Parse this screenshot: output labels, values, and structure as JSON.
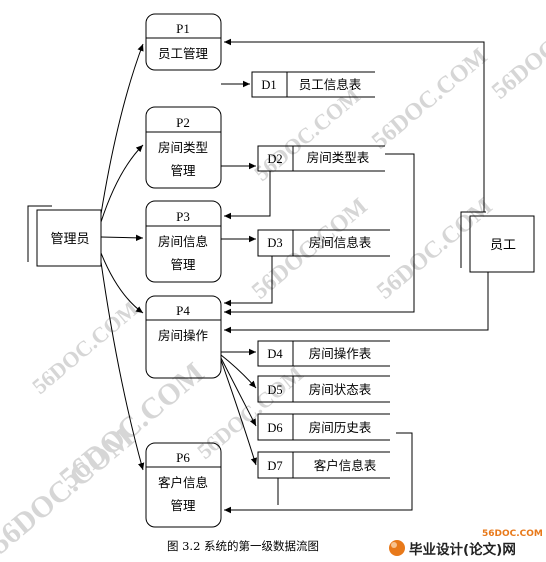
{
  "processes": [
    {
      "id": "P1",
      "label_lines": [
        "员工管理"
      ]
    },
    {
      "id": "P2",
      "label_lines": [
        "房间类型",
        "管理"
      ]
    },
    {
      "id": "P3",
      "label_lines": [
        "房间信息",
        "管理"
      ]
    },
    {
      "id": "P4",
      "label_lines": [
        "房间操作"
      ]
    },
    {
      "id": "P6",
      "label_lines": [
        "客户信息",
        "管理"
      ]
    }
  ],
  "stores": [
    {
      "id": "D1",
      "label": "员工信息表"
    },
    {
      "id": "D2",
      "label": "房间类型表"
    },
    {
      "id": "D3",
      "label": "房间信息表"
    },
    {
      "id": "D4",
      "label": "房间操作表"
    },
    {
      "id": "D5",
      "label": "房间状态表"
    },
    {
      "id": "D6",
      "label": "房间历史表"
    },
    {
      "id": "D7",
      "label": "客户信息表"
    }
  ],
  "entities": {
    "admin": "管理员",
    "employee": "员工"
  },
  "caption": "图 3.2 系统的第一级数据流图",
  "watermark": "56DOC.COM",
  "logo": {
    "url_text": "56DOC.COM",
    "text": "毕业设计(论文)网",
    "accent_color": "#e8791a"
  }
}
